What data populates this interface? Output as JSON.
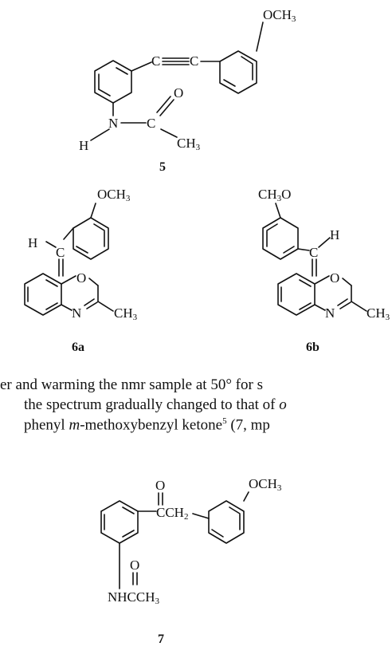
{
  "structures": {
    "s5": {
      "och3": "OCH",
      "och3_sub": "3",
      "c1": "C",
      "c2": "C",
      "n": "N",
      "c3": "C",
      "o": "O",
      "h": "H",
      "ch3": "CH",
      "ch3_sub": "3",
      "number": "5"
    },
    "s6a": {
      "och3": "OCH",
      "och3_sub": "3",
      "h": "H",
      "c": "C",
      "o": "O",
      "n": "N",
      "ch3": "CH",
      "ch3_sub": "3",
      "number": "6a"
    },
    "s6b": {
      "ch3o": "CH",
      "ch3o_sub": "3",
      "ch3o_o": "O",
      "h": "H",
      "c": "C",
      "o": "O",
      "n": "N",
      "ch3": "CH",
      "ch3_sub": "3",
      "number": "6b"
    },
    "s7": {
      "och3": "OCH",
      "och3_sub": "3",
      "o1": "O",
      "cch2": "CCH",
      "cch2_sub": "2",
      "o2": "O",
      "nhcch3": "NHCCH",
      "nhcch3_sub": "3",
      "number": "7"
    }
  },
  "text": {
    "line1": "er and warming the nmr sample at 50° for s",
    "line2": "the spectrum gradually changed to that of",
    "line2_italic": "o",
    "line3_pre": "phenyl",
    "line3_italic": "m",
    "line3_mid": "-methoxybenzyl ketone",
    "line3_ref": "5",
    "line3_post": "(7, mp"
  }
}
